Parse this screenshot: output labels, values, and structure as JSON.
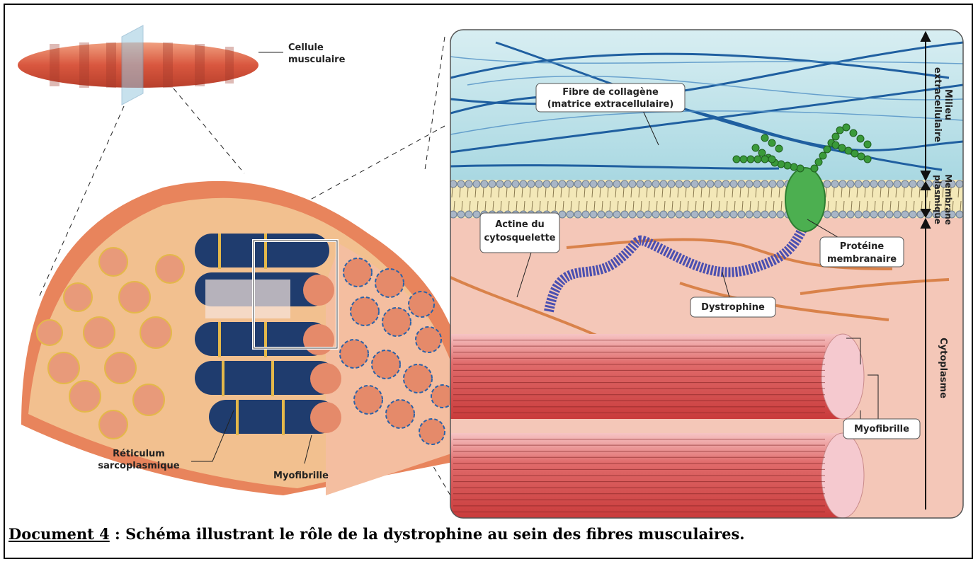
{
  "labels": {
    "cellule": [
      "Cellule",
      "musculaire"
    ],
    "reticulum": [
      "Réticulum",
      "sarcoplasmique"
    ],
    "myofibrille_left": "Myofibrille",
    "collagene": [
      "Fibre  de collagène",
      "(matrice extracellulaire)"
    ],
    "actine": [
      "Actine du",
      "cytosquelette"
    ],
    "proteine": [
      "Protéine",
      "membranaire"
    ],
    "dystrophine": "Dystrophine",
    "myofibrille_right": "Myofibrille",
    "milieu": [
      "Milieu",
      "extracellulaire"
    ],
    "membrane": [
      "Membrane",
      "plasmique"
    ],
    "cytoplasme": "Cytoplasme"
  },
  "caption": {
    "doc_label": "Document 4",
    "separator": " : ",
    "text": "Schéma illustrant le rôle de la dystrophine au sein des fibres musculaires."
  },
  "colors": {
    "extracellular": "#bfe3ea",
    "membrane": "#f3e8b8",
    "cytoplasm": "#f4c7b8",
    "collagen": "#1f5fa0",
    "dystrophin": "#4a4fb0",
    "protein": "#4caf50",
    "actin": "#d9824a",
    "muscle": "#d9574a"
  }
}
